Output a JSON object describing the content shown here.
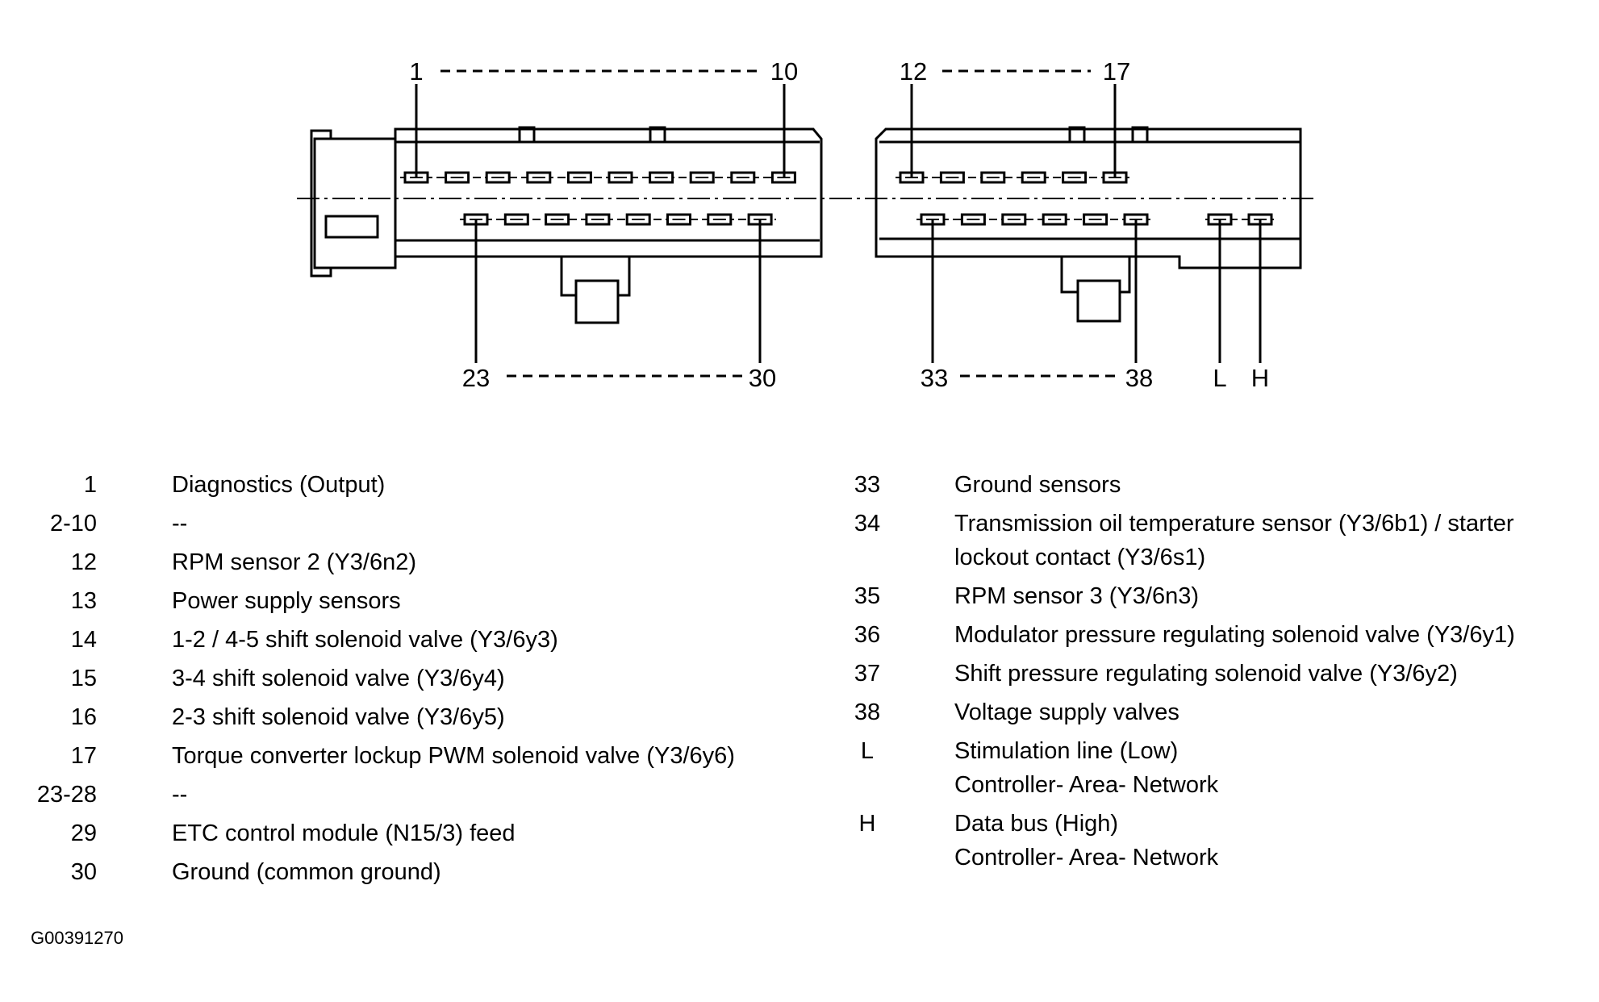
{
  "callouts": {
    "top_left_start": "1",
    "top_left_end": "10",
    "top_right_start": "12",
    "top_right_end": "17",
    "bottom_left_start": "23",
    "bottom_left_end": "30",
    "bottom_right_start": "33",
    "bottom_right_end": "38",
    "bottom_l": "L",
    "bottom_h": "H"
  },
  "legend_left": [
    {
      "num": "1",
      "lines": [
        "Diagnostics (Output)"
      ]
    },
    {
      "num": "2-10",
      "lines": [
        "--"
      ]
    },
    {
      "num": "12",
      "lines": [
        "RPM sensor 2 (Y3/6n2)"
      ]
    },
    {
      "num": "13",
      "lines": [
        "Power supply sensors"
      ]
    },
    {
      "num": "14",
      "lines": [
        "1-2 / 4-5 shift solenoid valve (Y3/6y3)"
      ]
    },
    {
      "num": "15",
      "lines": [
        "3-4 shift solenoid valve (Y3/6y4)"
      ]
    },
    {
      "num": "16",
      "lines": [
        "2-3 shift solenoid valve (Y3/6y5)"
      ]
    },
    {
      "num": "17",
      "lines": [
        "Torque converter lockup PWM solenoid valve (Y3/6y6)"
      ]
    },
    {
      "num": "23-28",
      "lines": [
        "--"
      ]
    },
    {
      "num": "29",
      "lines": [
        "ETC control module (N15/3) feed"
      ]
    },
    {
      "num": "30",
      "lines": [
        "Ground (common ground)"
      ]
    }
  ],
  "legend_right": [
    {
      "num": "33",
      "lines": [
        "Ground sensors"
      ]
    },
    {
      "num": "34",
      "lines": [
        "Transmission oil temperature sensor (Y3/6b1) / starter",
        "lockout contact (Y3/6s1)"
      ]
    },
    {
      "num": "35",
      "lines": [
        "RPM sensor 3 (Y3/6n3)"
      ]
    },
    {
      "num": "36",
      "lines": [
        "Modulator pressure regulating solenoid valve (Y3/6y1)"
      ]
    },
    {
      "num": "37",
      "lines": [
        "Shift pressure regulating solenoid valve (Y3/6y2)"
      ]
    },
    {
      "num": "38",
      "lines": [
        "Voltage supply valves"
      ]
    },
    {
      "num": "L",
      "lines": [
        "Stimulation line (Low)",
        "Controller- Area- Network"
      ]
    },
    {
      "num": "H",
      "lines": [
        "Data bus (High)",
        "Controller- Area- Network"
      ]
    }
  ],
  "figure_id": "G00391270"
}
